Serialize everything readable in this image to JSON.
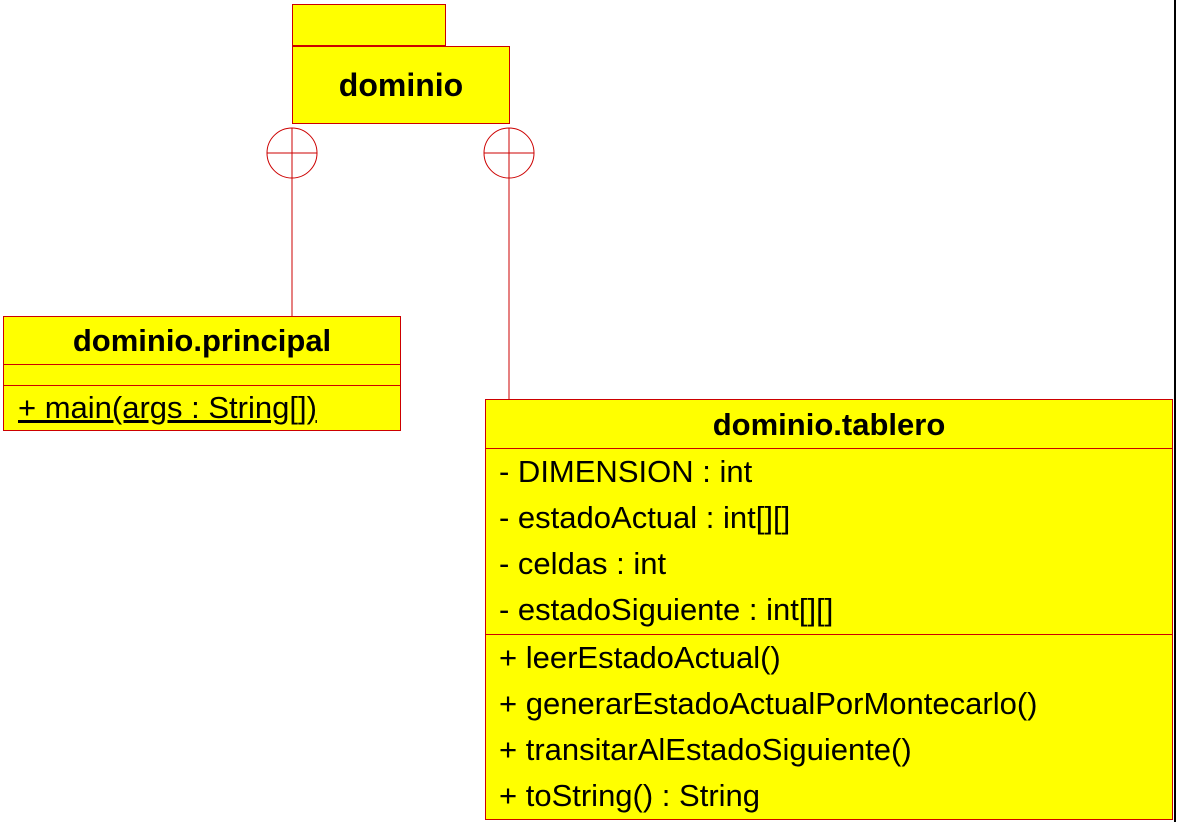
{
  "package": {
    "name": "dominio"
  },
  "classes": {
    "principal": {
      "name": "dominio.principal",
      "attributes": [],
      "operations": [
        "+ main(args : String[])"
      ]
    },
    "tablero": {
      "name": "dominio.tablero",
      "attributes": [
        "- DIMENSION : int",
        "- estadoActual : int[][]",
        "- celdas : int",
        "- estadoSiguiente : int[][]"
      ],
      "operations": [
        "+ leerEstadoActual()",
        "+ generarEstadoActualPorMontecarlo()",
        "+ transitarAlEstadoSiguiente()",
        "+ toString() : String"
      ]
    }
  },
  "colors": {
    "fill": "#ffff00",
    "border": "#cc0000",
    "text": "#000000"
  }
}
